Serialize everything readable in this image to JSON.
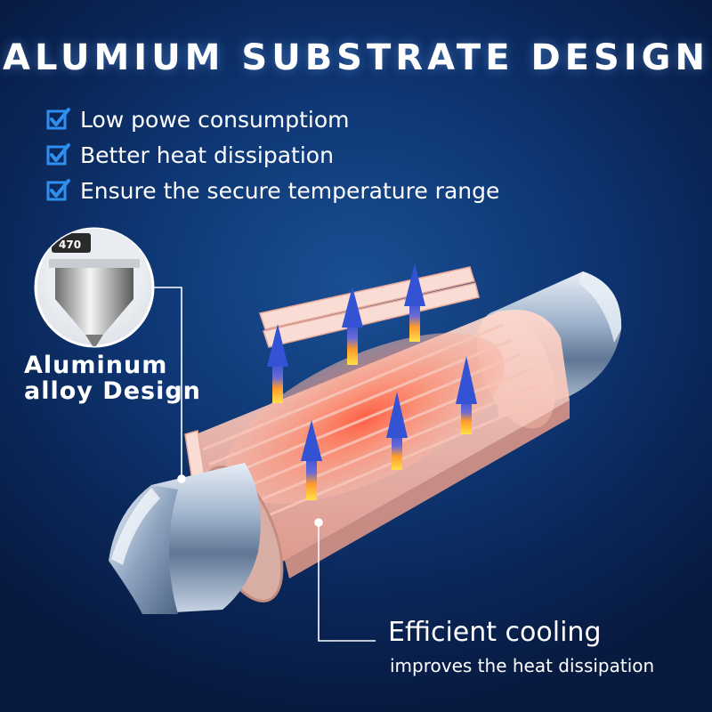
{
  "title": "ALUMIUM SUBSTRATE DESIGN",
  "features": [
    {
      "icon": "checkmark-icon",
      "label": "Low powe consumptiom"
    },
    {
      "icon": "checkmark-icon",
      "label": "Better heat dissipation"
    },
    {
      "icon": "checkmark-icon",
      "label": "Ensure the secure temperature range"
    }
  ],
  "inset": {
    "line1": "Aluminum",
    "line2": "alloy Design",
    "chip_text": "470"
  },
  "cooling": {
    "title": "Efficient cooling",
    "subtitle": "improves the heat dissipation"
  },
  "colors": {
    "background": "#0e3674",
    "text": "#ffffff",
    "check": "#2f8ff0",
    "heat_core": "#ff5a3c",
    "arrow_top": "#3a56d8",
    "arrow_bottom": "#ffd23a"
  }
}
